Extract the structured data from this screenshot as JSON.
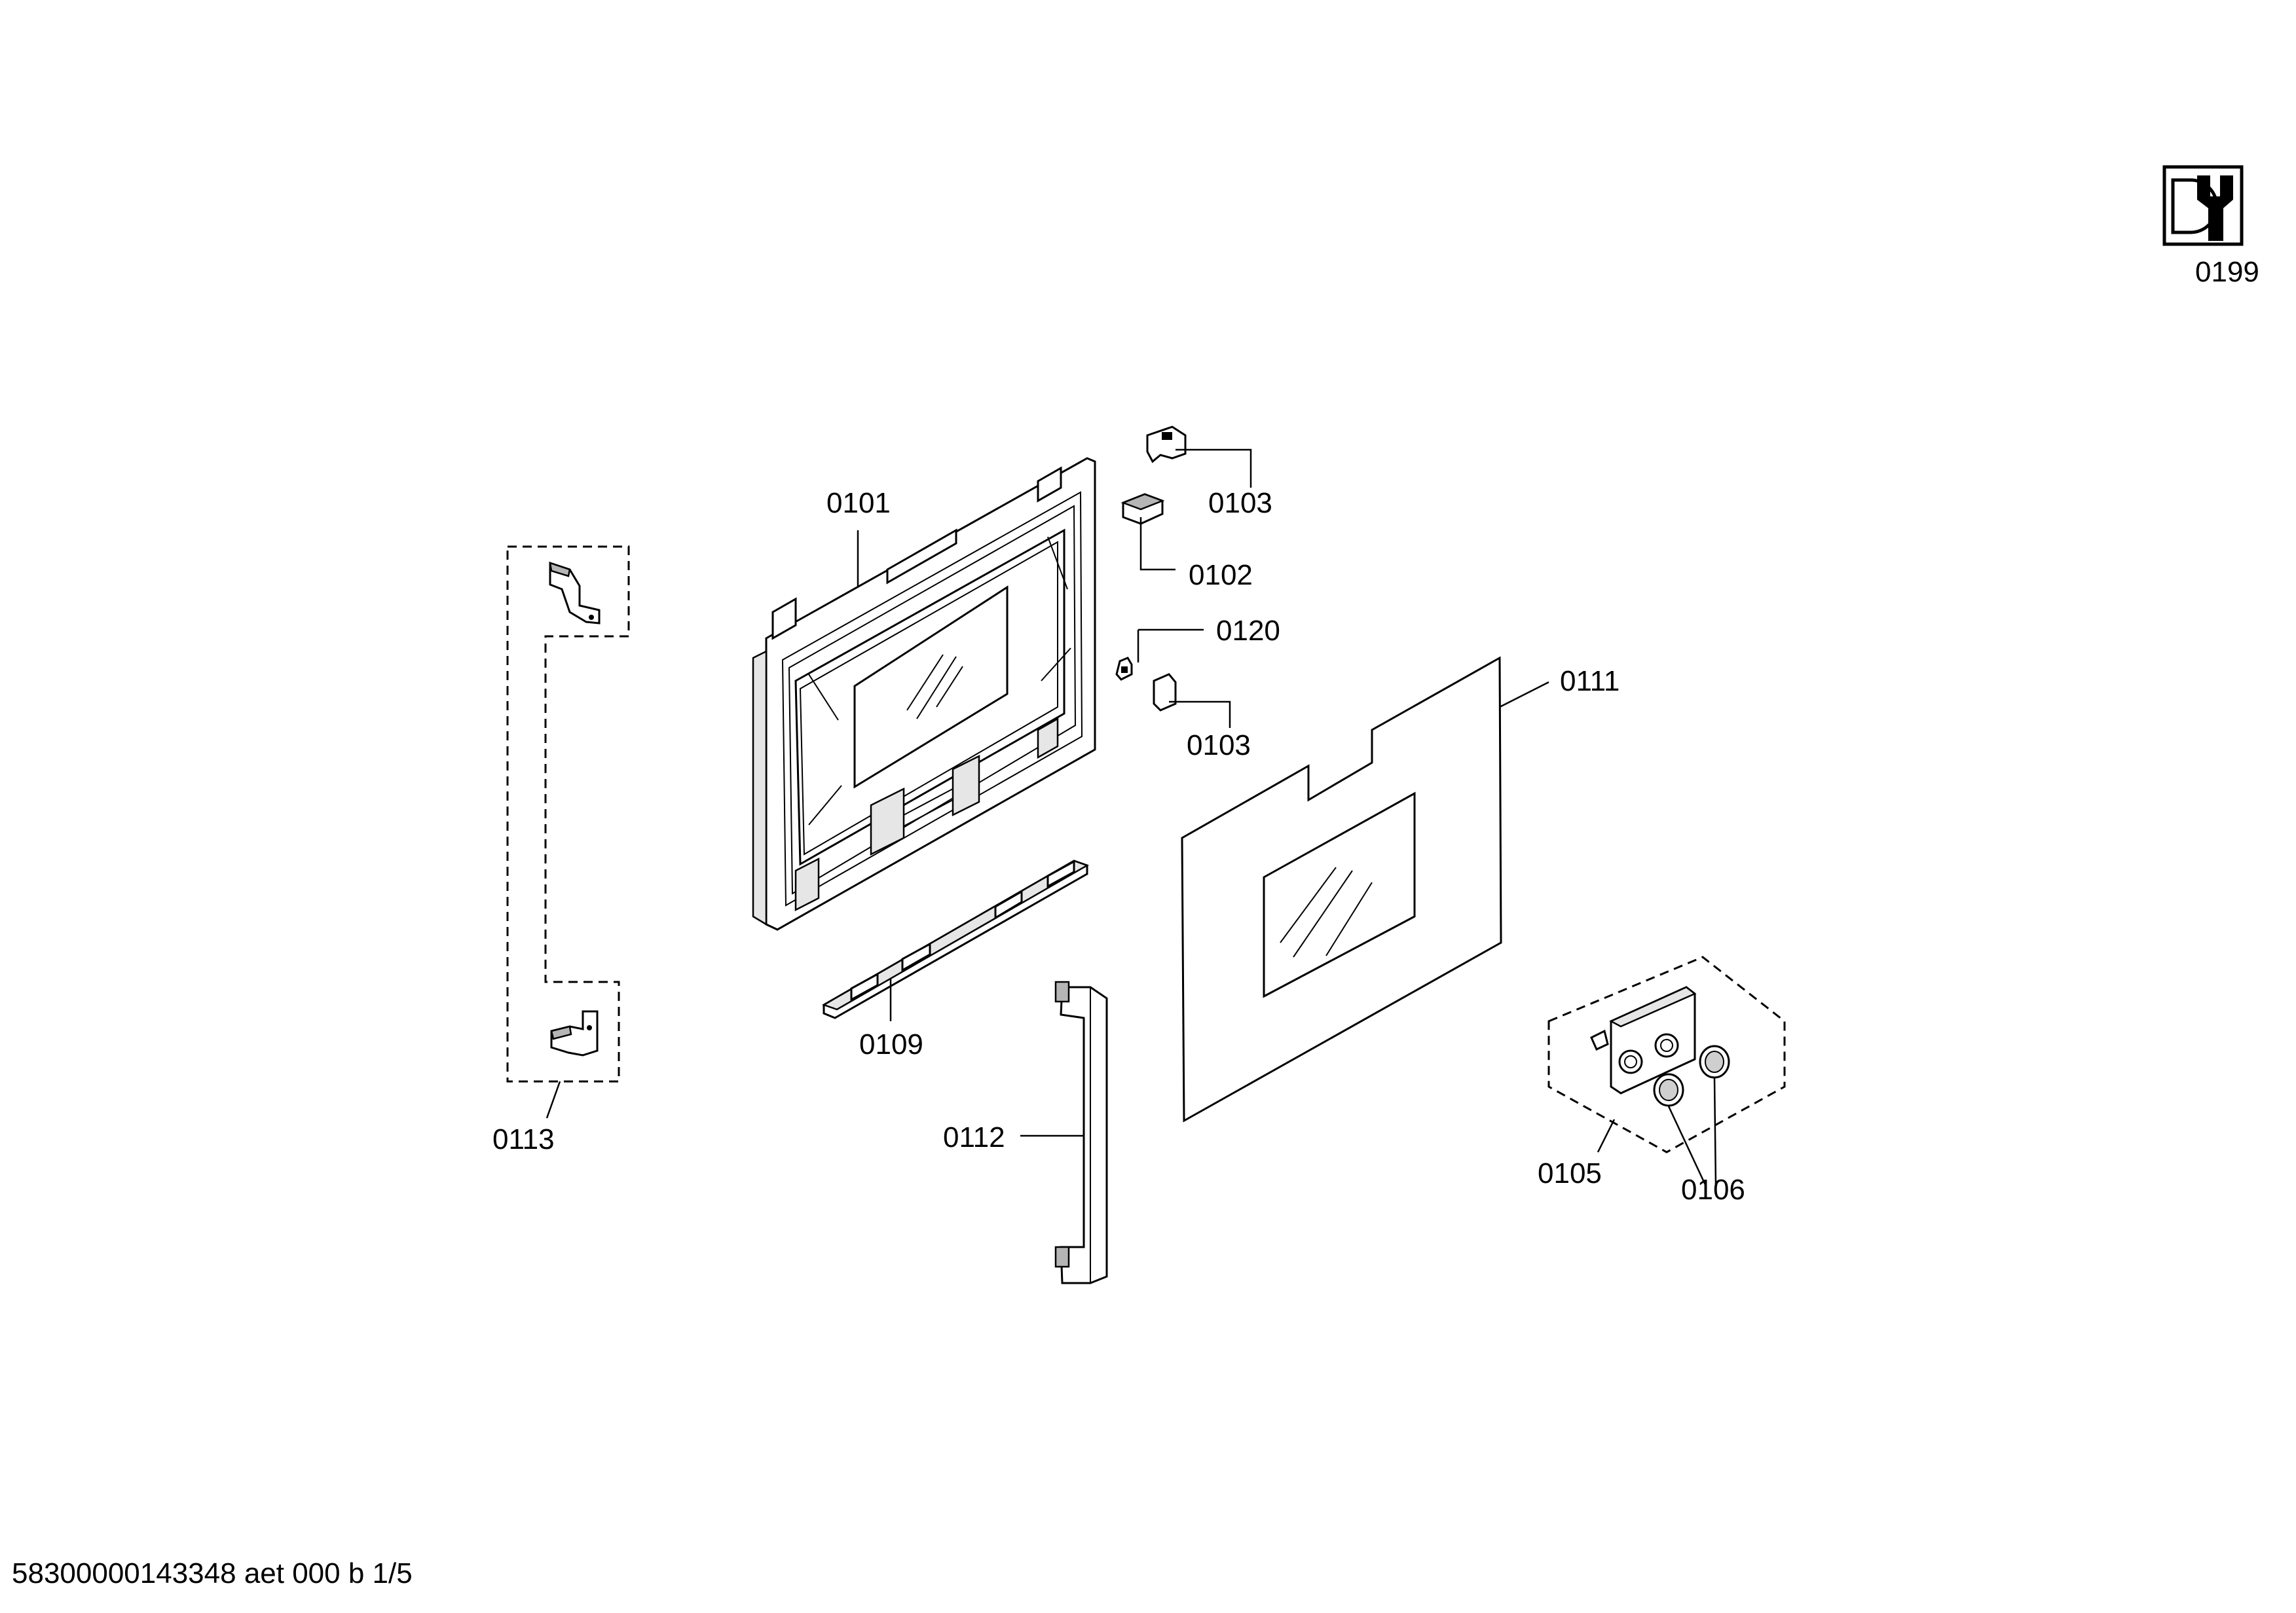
{
  "labels": {
    "p0101": "0101",
    "p0102": "0102",
    "p0103a": "0103",
    "p0103b": "0103",
    "p0105": "0105",
    "p0106": "0106",
    "p0109": "0109",
    "p0111": "0111",
    "p0112": "0112",
    "p0113": "0113",
    "p0120": "0120",
    "p0199": "0199"
  },
  "footer": "58300000143348 aet 000 b 1/5",
  "icons": {
    "service_kit": "service-wrench-icon"
  }
}
